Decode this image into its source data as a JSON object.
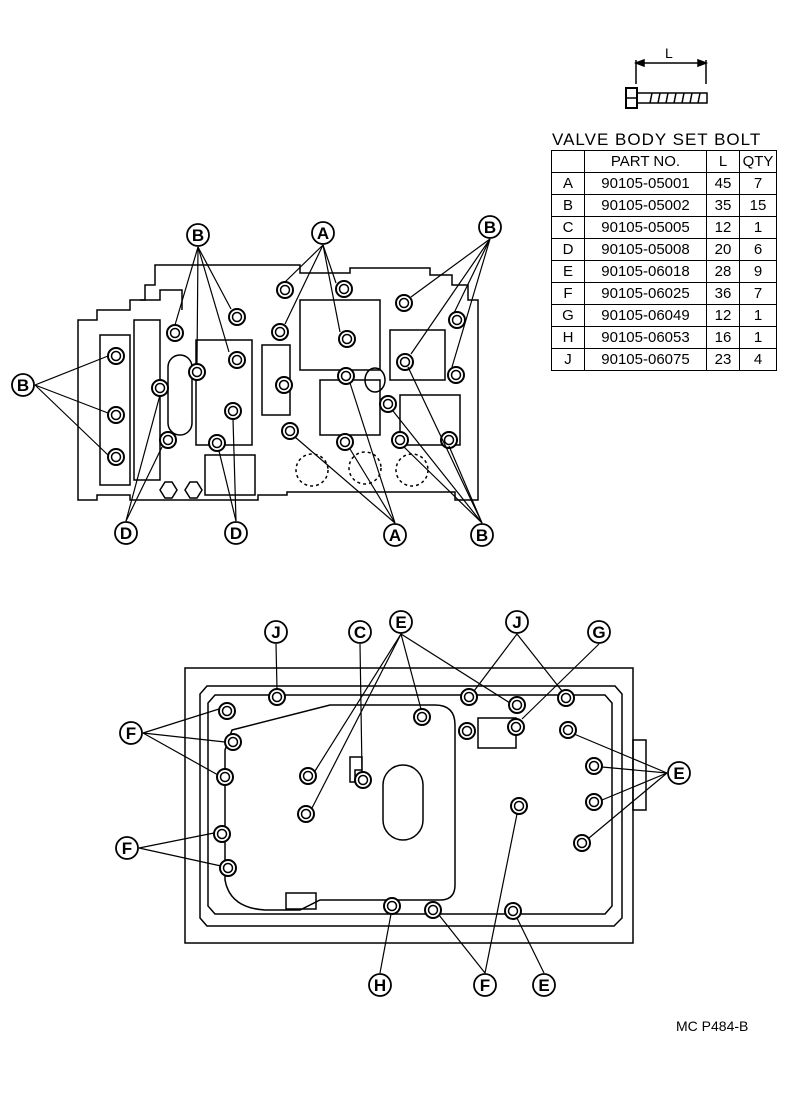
{
  "table": {
    "title": "VALVE BODY SET BOLT",
    "headers": [
      "",
      "PART NO.",
      "L",
      "QTY"
    ],
    "rows": [
      {
        "key": "A",
        "part": "90105-05001",
        "l": "45",
        "qty": "7"
      },
      {
        "key": "B",
        "part": "90105-05002",
        "l": "35",
        "qty": "15"
      },
      {
        "key": "C",
        "part": "90105-05005",
        "l": "12",
        "qty": "1"
      },
      {
        "key": "D",
        "part": "90105-05008",
        "l": "20",
        "qty": "6"
      },
      {
        "key": "E",
        "part": "90105-06018",
        "l": "28",
        "qty": "9"
      },
      {
        "key": "F",
        "part": "90105-06025",
        "l": "36",
        "qty": "7"
      },
      {
        "key": "G",
        "part": "90105-06049",
        "l": "12",
        "qty": "1"
      },
      {
        "key": "H",
        "part": "90105-06053",
        "l": "16",
        "qty": "1"
      },
      {
        "key": "J",
        "part": "90105-06075",
        "l": "23",
        "qty": "4"
      }
    ]
  },
  "bolt_dimension_label": "L",
  "code": "MC  P484-B",
  "upper_callouts": [
    "B",
    "A",
    "B",
    "B",
    "D",
    "D",
    "A",
    "B"
  ],
  "lower_callouts": [
    "J",
    "C",
    "E",
    "J",
    "G",
    "F",
    "E",
    "F",
    "H",
    "F",
    "E"
  ]
}
